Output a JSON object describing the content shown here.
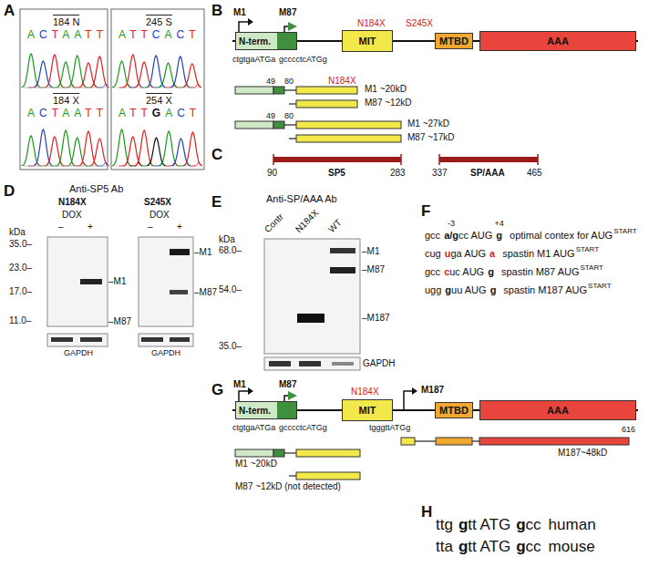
{
  "diagram": {
    "nodes": [
      {
        "text": [
          "N-term."
        ]
      },
      {
        "text": [
          "MIT"
        ]
      },
      {
        "text": [
          "MTBD"
        ]
      },
      {
        "text": [
          "AAA"
        ]
      },
      {
        "text": [
          "N-term."
        ]
      },
      {
        "text": [
          "MIT"
        ]
      },
      {
        "text": [
          "MTBD"
        ]
      },
      {
        "text": [
          "AAA"
        ]
      }
    ],
    "labels": [
      "A",
      "184 N",
      "ACTAATT",
      "184 X",
      "ACTAATT",
      "245 S",
      "ATTCACT",
      "254 X",
      "ATTGACT",
      "B",
      "M1",
      "M87",
      "N184X",
      "S245X",
      "ctgtgaATGa",
      "gcccctcATGg",
      "49",
      "80",
      "N184X",
      "M1 ~20kD",
      "M87 ~12kD",
      "49",
      "80",
      "M1 ~27kD",
      "M87 ~17kD",
      "C",
      "90",
      "283",
      "SP5",
      "337",
      "465",
      "SP/AAA",
      "D",
      "Anti-SP5 Ab",
      "N184X",
      "S245X",
      "DOX",
      "DOX",
      "–",
      "+",
      "–",
      "+",
      "kDa",
      "35.0–",
      "23.0–",
      "17.0–",
      "11.0–",
      "–M1",
      "–M87",
      "–M1",
      "–M87",
      "GAPDH",
      "GAPDH",
      "E",
      "Anti-SP/AAA Ab",
      "Contr",
      "N184X",
      "WT",
      "kDa",
      "68.0–",
      "54.0–",
      "35.0–",
      "–M1",
      "–M87",
      "–M187",
      "GAPDH",
      "F",
      "-3",
      "+4",
      "gcc",
      "a/g",
      "cc AUG",
      "g",
      "optimal contex for AUG",
      "START",
      "cug",
      "u",
      "ga AUG",
      "a",
      "spastin M1 AUG",
      "START",
      "gcc",
      "c",
      "uc AUG",
      "g",
      "spastin M87 AUG",
      "START",
      "ugg",
      "g",
      "uu AUG",
      "g",
      "spastin M187 AUG",
      "START",
      "G",
      "M1",
      "M87",
      "N184X",
      "M187",
      "ctgtgaATGa",
      "gcccctcATGg",
      "tgggttATGg",
      "616",
      "M187~48kD",
      "M1 ~20kD",
      "M87 ~12kD (not detected)",
      "H",
      "ttg",
      "g",
      "tt ATG",
      "g",
      "cc",
      "human",
      "tta",
      "g",
      "tt ATG",
      "g",
      "cc",
      "mouse"
    ]
  }
}
